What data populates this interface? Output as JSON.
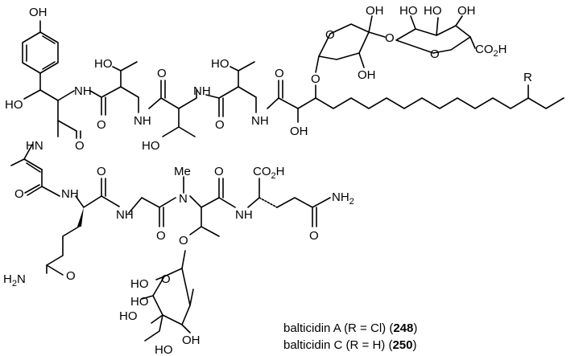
{
  "compounds": [
    {
      "name": "balticidin A",
      "r_def": "(R = Cl)",
      "number": "248"
    },
    {
      "name": "balticidin C",
      "r_def": "(R = H)",
      "number": "250"
    }
  ],
  "atom_labels": {
    "oh": "OH",
    "ho": "HO",
    "hn": "HN",
    "nh": "NH",
    "o": "O",
    "n": "N",
    "h": "H",
    "me": "Me",
    "r": "R",
    "co": "CO",
    "sub2": "2",
    "nh2": "NH",
    "h2n": "H",
    "co2h": "CO",
    "cooh_h": "H",
    "h2n_n": "N"
  }
}
